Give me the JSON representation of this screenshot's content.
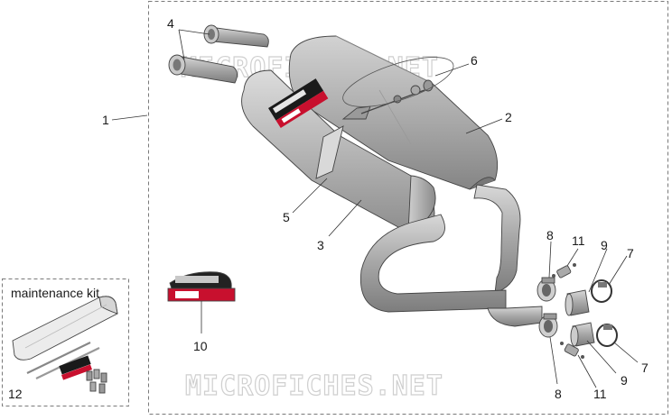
{
  "kit": {
    "title": "maintenance kit"
  },
  "watermark": "MICROFICHES.NET",
  "colors": {
    "brand_red": "#c8102e",
    "metal": "#b9b9b9",
    "metal_dark": "#8c8c8c",
    "frame": "#7a7a7a"
  },
  "callouts": {
    "c1": "1",
    "c2": "2",
    "c3": "3",
    "c4": "4",
    "c5": "5",
    "c6": "6",
    "c7a": "7",
    "c7b": "7",
    "c8a": "8",
    "c8b": "8",
    "c9a": "9",
    "c9b": "9",
    "c10": "10",
    "c11a": "11",
    "c11b": "11",
    "c12": "12"
  }
}
